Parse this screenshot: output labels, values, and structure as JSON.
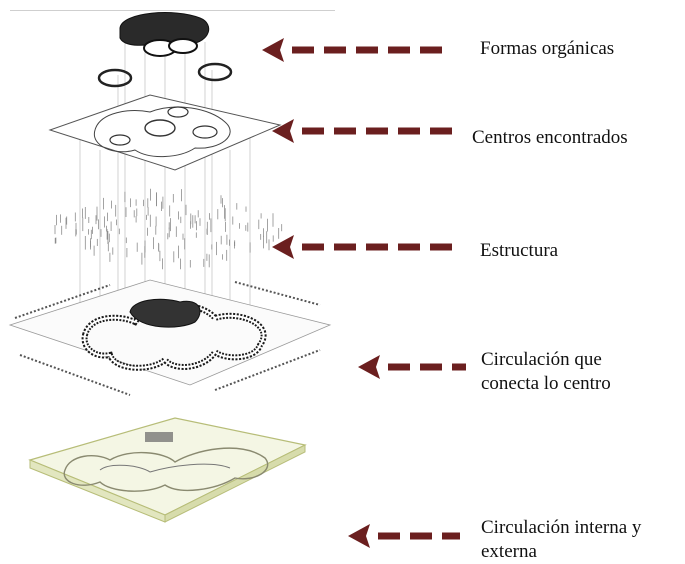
{
  "colors": {
    "arrow": "#6b1f1f",
    "line": "#222222",
    "faint": "#9a9a9a",
    "base": "#c9cf8a"
  },
  "icons": {
    "arrow": "dashed-left-arrow-icon"
  },
  "labels": [
    {
      "id": "formas",
      "lines": [
        "Formas orgánicas"
      ]
    },
    {
      "id": "centros",
      "lines": [
        "Centros encontrados"
      ]
    },
    {
      "id": "estructura",
      "lines": [
        "Estructura"
      ]
    },
    {
      "id": "circulacion-centro",
      "lines": [
        "Circulación que",
        "conecta lo centro"
      ]
    },
    {
      "id": "circulacion-int-ext",
      "lines": [
        "Circulación interna y",
        "externa"
      ]
    }
  ]
}
